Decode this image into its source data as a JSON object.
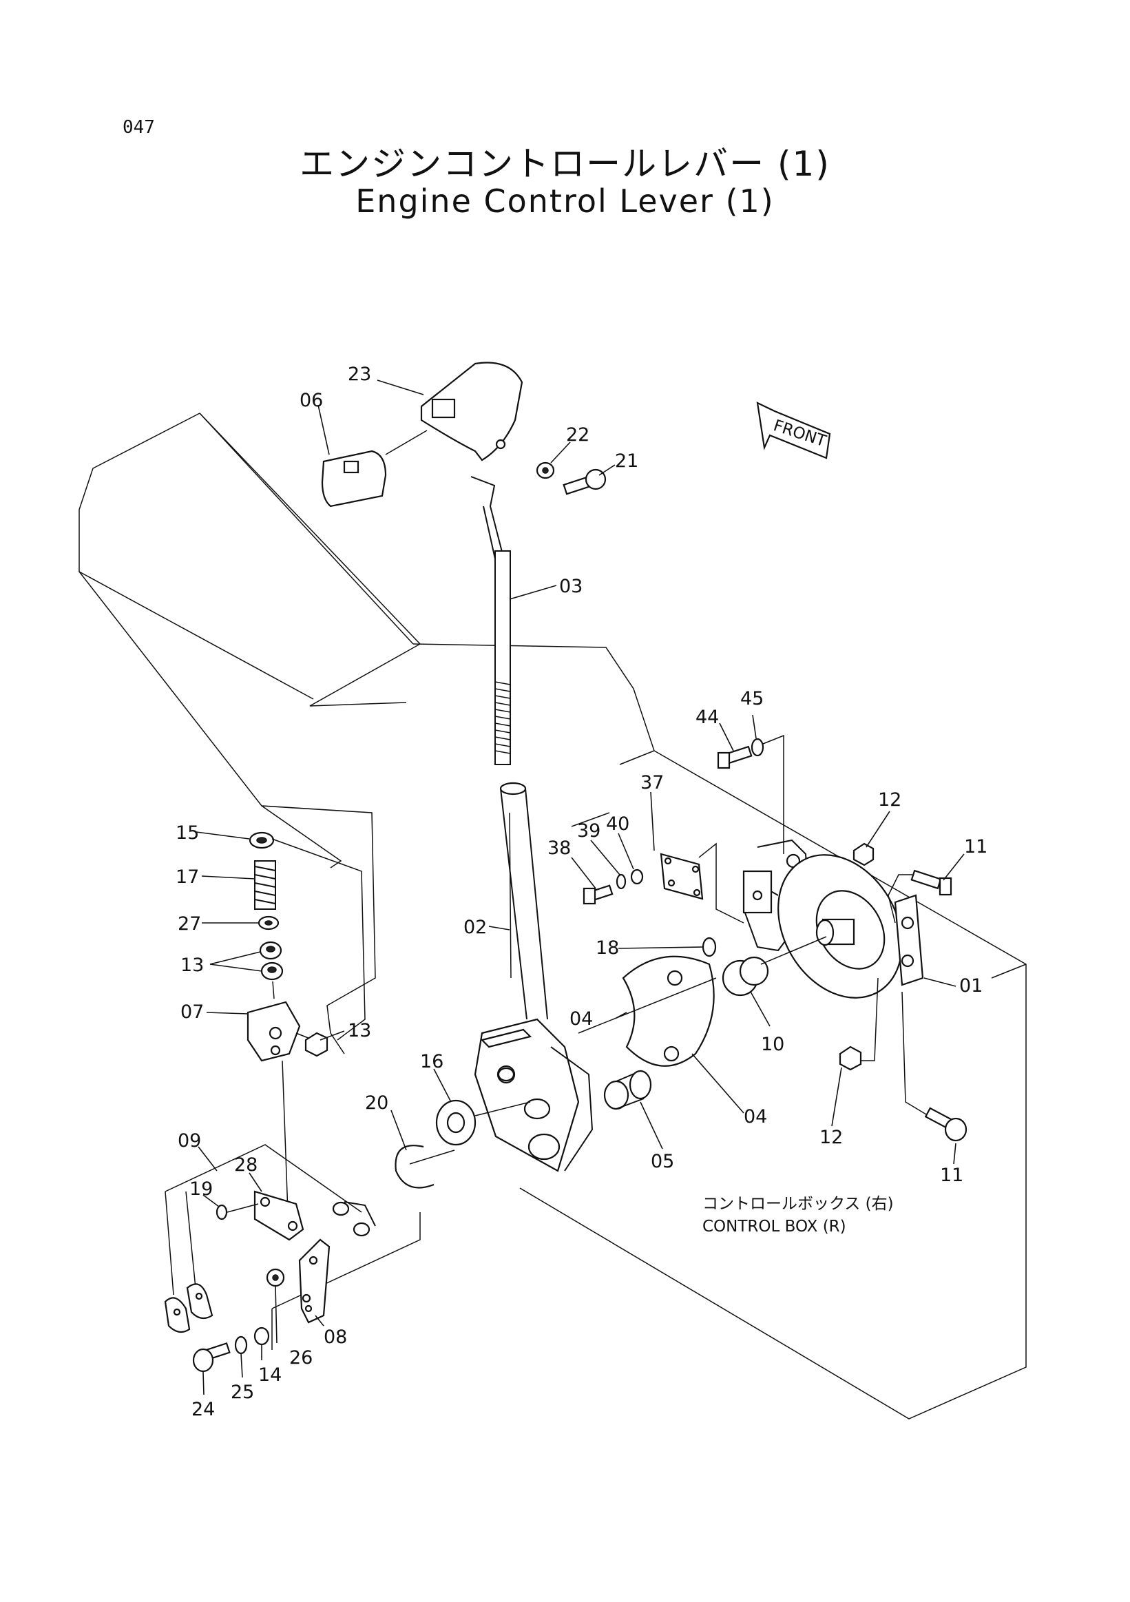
{
  "page": {
    "number": "047",
    "title_jp": "エンジンコントロールレバー (1)",
    "title_en": "Engine Control Lever (1)"
  },
  "front_marker": "FRONT",
  "caption": {
    "jp": "コントロールボックス (右)",
    "en": "CONTROL BOX (R)"
  },
  "callouts": {
    "c23": "23",
    "c06": "06",
    "c22": "22",
    "c21": "21",
    "c03": "03",
    "c44": "44",
    "c45": "45",
    "c37": "37",
    "c40": "40",
    "c39": "39",
    "c38": "38",
    "c12a": "12",
    "c11a": "11",
    "c15": "15",
    "c17": "17",
    "c27": "27",
    "c13a": "13",
    "c02": "02",
    "c18": "18",
    "c01": "01",
    "c07": "07",
    "c04a": "04",
    "c13b": "13",
    "c10": "10",
    "c16": "16",
    "c20": "20",
    "c04b": "04",
    "c12b": "12",
    "c09": "09",
    "c28": "28",
    "c05": "05",
    "c19": "19",
    "c11b": "11",
    "c08": "08",
    "c26": "26",
    "c14": "14",
    "c25": "25",
    "c24": "24"
  }
}
